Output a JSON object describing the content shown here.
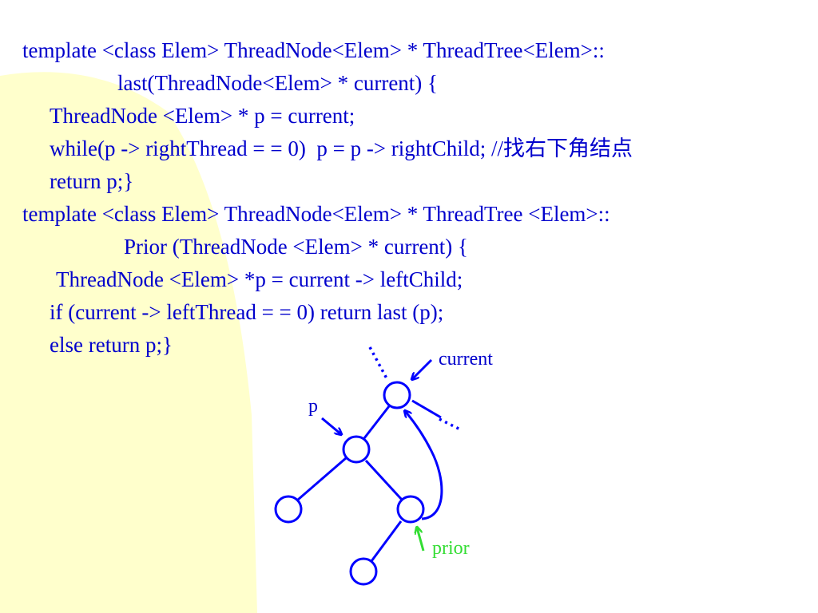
{
  "colors": {
    "code_text": "#0000cc",
    "tree_lines": "#0000ff",
    "prior_label": "#33dd33",
    "prior_arrow": "#33dd33",
    "background_shape": "#ffffcc",
    "background": "#ffffff"
  },
  "code": {
    "line1": "template <class Elem> ThreadNode<Elem> * ThreadTree<Elem>::",
    "line2": "last(ThreadNode<Elem> * current) {",
    "line3": "ThreadNode <Elem> * p = current;",
    "line4": "while(p -> rightThread = = 0)  p = p -> rightChild; //找右下角结点",
    "line5": "return p;}",
    "line6": "template <class Elem> ThreadNode<Elem> * ThreadTree <Elem>::",
    "line7": "Prior (ThreadNode <Elem> * current) {",
    "line8": "ThreadNode <Elem> *p = current -> leftChild;",
    "line9": "if (current -> leftThread = = 0) return last (p);",
    "line10": "else return p;}"
  },
  "diagram": {
    "labels": {
      "current": "current",
      "p": "p",
      "prior": "prior"
    }
  }
}
